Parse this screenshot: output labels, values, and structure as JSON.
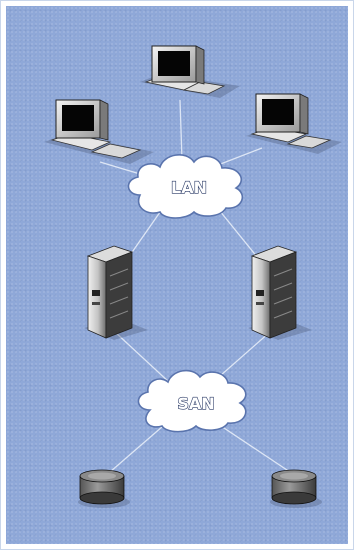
{
  "diagram": {
    "lan_label": "LAN",
    "san_label": "SAN",
    "colors": {
      "background": "#8fa8d8",
      "link": "#dde6f5",
      "cloud_fill": "#ffffff",
      "cloud_stroke": "#5a74ad"
    },
    "nodes": {
      "workstations": [
        "workstation-left",
        "workstation-top",
        "workstation-right"
      ],
      "servers": [
        "server-left",
        "server-right"
      ],
      "storage": [
        "storage-disk-left",
        "storage-disk-right"
      ]
    }
  }
}
